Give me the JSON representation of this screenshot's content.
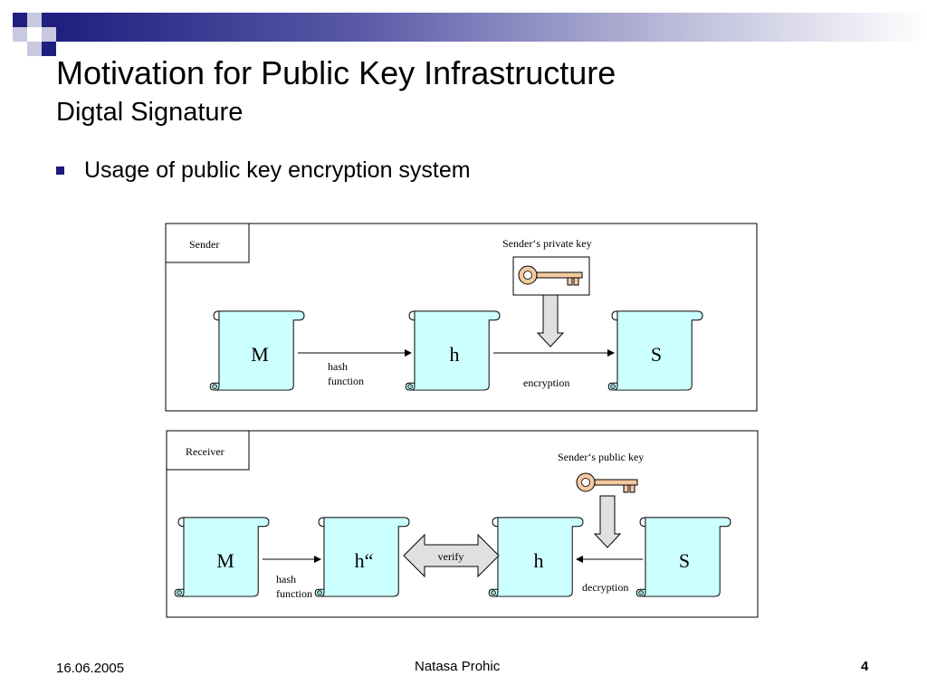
{
  "slide": {
    "title": "Motivation for Public Key Infrastructure",
    "subtitle": "Digtal Signature",
    "bullet": "Usage of public key encryption system"
  },
  "sender": {
    "label": "Sender",
    "key_label": "Sender‘s private key",
    "doc_m": "M",
    "doc_h": "h",
    "doc_s": "S",
    "hash_line1": "hash",
    "hash_line2": "function",
    "encryption": "encryption"
  },
  "receiver": {
    "label": "Receiver",
    "key_label": "Sender‘s public  key",
    "doc_m": "M",
    "doc_h2": "h“",
    "doc_h": "h",
    "doc_s": "S",
    "hash_line1": "hash",
    "hash_line2": "function",
    "verify": "verify",
    "decryption": "decryption"
  },
  "footer": {
    "date": "16.06.2005",
    "author": "Natasa Prohic",
    "page": "4"
  },
  "colors": {
    "accent": "#1a1a80",
    "document_fill": "#ccffff",
    "key_fill": "#f5c9a0"
  }
}
